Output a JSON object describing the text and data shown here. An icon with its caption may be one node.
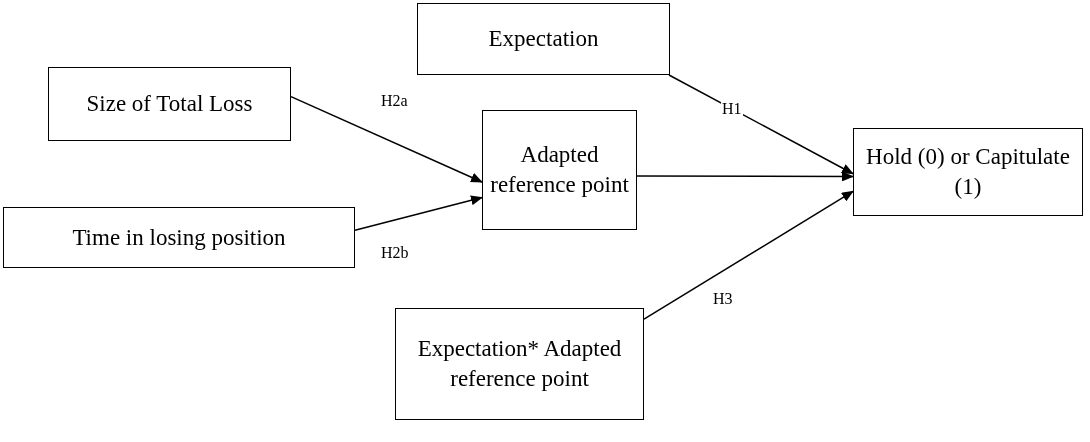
{
  "diagram": {
    "nodes": [
      {
        "text": [
          "Expectation"
        ]
      },
      {
        "text": [
          "Size of Total Loss"
        ]
      },
      {
        "text": [
          "Adapted reference point"
        ]
      },
      {
        "text": [
          "Time in losing position"
        ]
      },
      {
        "text": [
          "Hold (0) or Capitulate (1)"
        ]
      },
      {
        "text": [
          "Expectation* Adapted reference point"
        ]
      }
    ],
    "edges": [
      {
        "from": 0,
        "to": 4,
        "arrow": "to",
        "label": "H1"
      },
      {
        "from": 1,
        "to": 2,
        "arrow": "to",
        "label": "H2a"
      },
      {
        "from": 3,
        "to": 2,
        "arrow": "to",
        "label": "H2b"
      },
      {
        "from": 2,
        "to": 4,
        "arrow": "to"
      },
      {
        "from": 5,
        "to": 4,
        "arrow": "to",
        "label": "H3"
      }
    ]
  }
}
